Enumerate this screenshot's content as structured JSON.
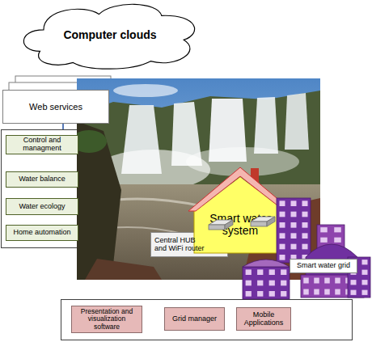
{
  "diagram": {
    "nodes": [
      {
        "text": [
          "Computer clouds"
        ]
      },
      {
        "text": [
          "Web services"
        ]
      },
      {
        "text": [
          "Control and managment"
        ]
      },
      {
        "text": [
          "Water balance"
        ]
      },
      {
        "text": [
          "Water ecology"
        ]
      },
      {
        "text": [
          "Home automation"
        ]
      },
      {
        "text": [
          "Smart water system"
        ]
      },
      {
        "text": [
          "Central HUB and WiFi router"
        ]
      },
      {
        "text": [
          "Smart water grid"
        ]
      },
      {
        "text": [
          "Presentation and visualization software"
        ]
      },
      {
        "text": [
          "Grid manager"
        ]
      },
      {
        "text": [
          "Mobile Applications"
        ]
      }
    ]
  }
}
